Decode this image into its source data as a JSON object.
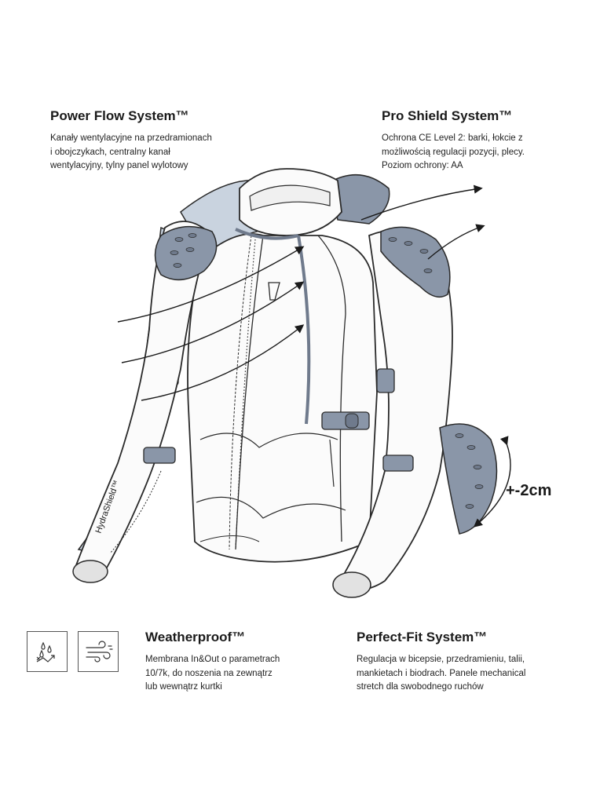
{
  "features": {
    "power_flow": {
      "title": "Power Flow System™",
      "description": "Kanały wentylacyjne na przedramionach\ni obojczykach, centralny kanał\nwentylacyjny, tylny panel wylotowy"
    },
    "pro_shield": {
      "title": "Pro Shield System™",
      "description": "Ochrona CE Level 2: barki, łokcie z\nmożliwością regulacji pozycji, plecy.\nPoziom ochrony: AA"
    },
    "weatherproof": {
      "title": "Weatherproof™",
      "description": "Membrana In&Out o parametrach\n10/7k, do noszenia na zewnątrz\nlub wewnątrz kurtki"
    },
    "perfect_fit": {
      "title": "Perfect-Fit System™",
      "description": "Regulacja w bicepsie, przedramieniu, talii,\nmankietach i biodrach. Panele mechanical\nstretch dla swobodnego ruchów"
    }
  },
  "diagram": {
    "elbow_adjustment_label": "+-2cm",
    "sleeve_label": "HydraShield™"
  },
  "icons": {
    "weatherproof_icon": "water-drops-icon",
    "wind_icon": "wind-icon"
  },
  "colors": {
    "protector": "#8a96a8",
    "protector_dark": "#6f7a8c",
    "membrane_blue": "#c9d3df",
    "outline": "#2a2a2a",
    "arrow": "#1a1a1a"
  }
}
